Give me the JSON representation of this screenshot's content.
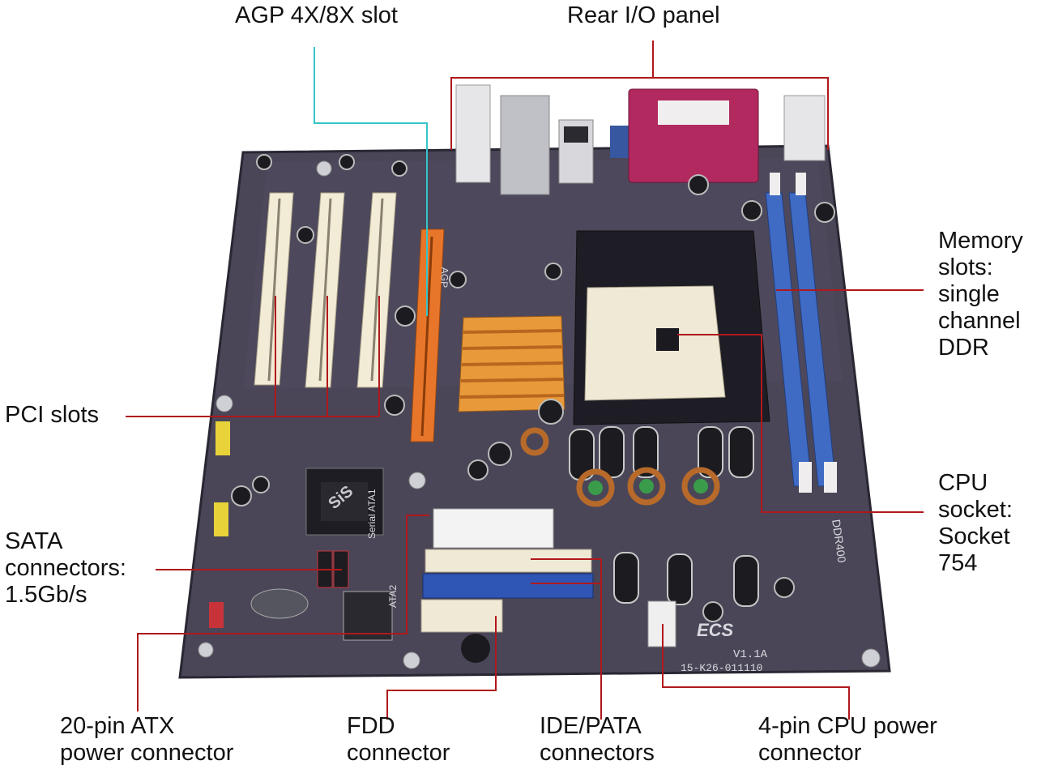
{
  "labels": {
    "agp": "AGP 4X/8X slot",
    "rear_io": "Rear I/O panel",
    "memory": "Memory\nslots:\nsingle\nchannel\nDDR",
    "pci": "PCI slots",
    "cpu_socket": "CPU\nsocket:\nSocket\n754",
    "sata": "SATA\nconnectors:\n1.5Gb/s",
    "atx": "20-pin ATX\npower connector",
    "fdd": "FDD\nconnector",
    "ide": "IDE/PATA\nconnectors",
    "cpu_power": "4-pin CPU power\nconnector"
  },
  "board_marks": {
    "chip_brand": "SiS",
    "vendor_logo": "ECS",
    "revision": "V1.1A",
    "serial": "15-K26-011110",
    "ddr": "DDR400",
    "agp_silk": "AGP",
    "sata_silk": "Serial ATA1",
    "sata_silk2": "ATA2"
  },
  "colors": {
    "pcb": "#4a4658",
    "pcb_dark": "#2f2c3a",
    "pci_slot": "#f2ecd6",
    "agp_slot": "#e8762a",
    "dimm_slot": "#3f6bc4",
    "ide_blue": "#2f55b5",
    "ide_white": "#efe9d6",
    "heatsink": "#e89a3a",
    "parallel_port": "#b2295f",
    "leader_red": "#b0181c",
    "leader_cyan": "#35c5c8"
  }
}
